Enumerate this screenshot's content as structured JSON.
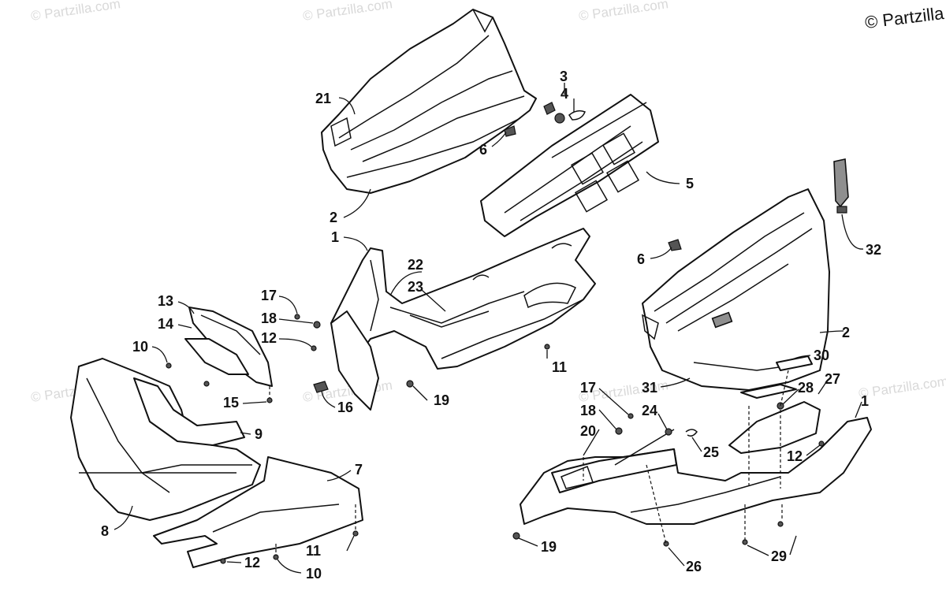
{
  "watermarks": [
    "© Partzilla.com",
    "© Partzilla.com",
    "© Partzilla.com",
    "© Partzilla.com",
    "© Partzilla.com",
    "© Partzilla.com",
    "© Partzilla.com"
  ],
  "copyright": "© Partzilla",
  "callouts": {
    "c21": "21",
    "c3": "3",
    "c4": "4",
    "c6a": "6",
    "c2a": "2",
    "c5": "5",
    "c32": "32",
    "c6b": "6",
    "c1a": "1",
    "c22": "22",
    "c23": "23",
    "c17a": "17",
    "c18a": "18",
    "c12a": "12",
    "c13": "13",
    "c14": "14",
    "c10a": "10",
    "c15": "15",
    "c16": "16",
    "c19a": "19",
    "c11a": "11",
    "c9": "9",
    "c8": "8",
    "c7": "7",
    "c11b": "11",
    "c12b": "12",
    "c10b": "10",
    "c2b": "2",
    "c30": "30",
    "c31": "31",
    "c17b": "17",
    "c18b": "18",
    "c24": "24",
    "c20": "20",
    "c25": "25",
    "c28": "28",
    "c27": "27",
    "c1b": "1",
    "c12c": "12",
    "c19b": "19",
    "c26": "26",
    "c29": "29"
  }
}
